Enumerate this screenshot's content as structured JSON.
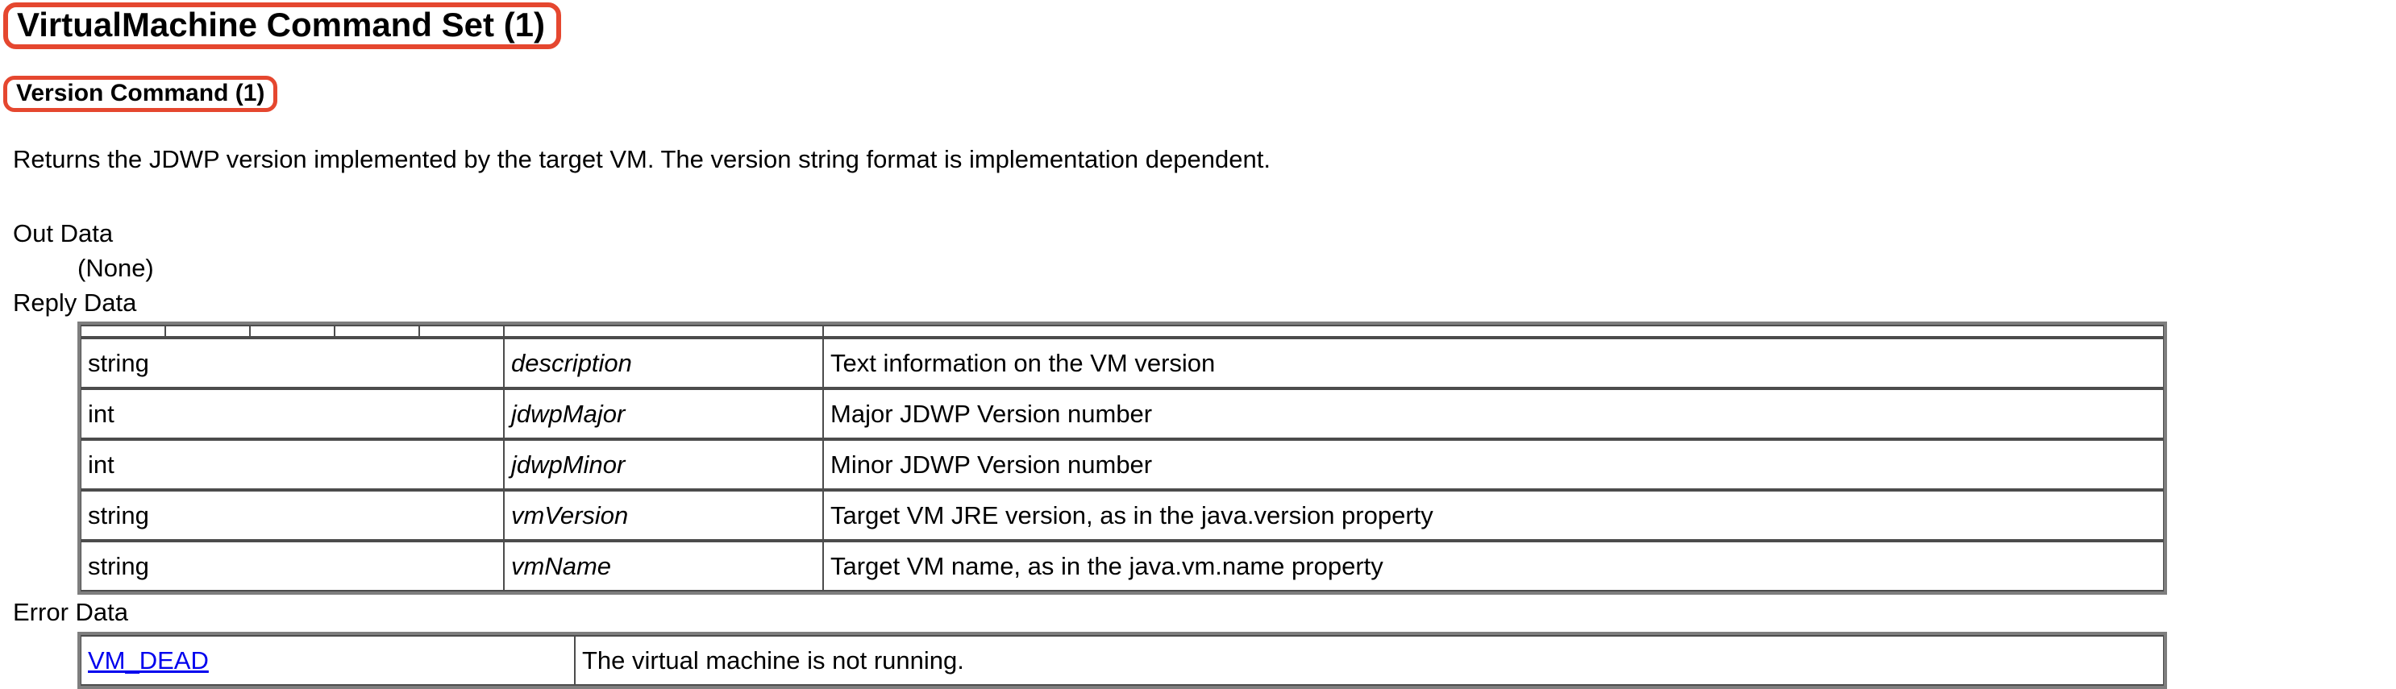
{
  "colors": {
    "annotation": "#e5472f",
    "link": "#0000ee",
    "table_border_outer": "#7e7e7e",
    "table_border_inner": "#4c4c4c"
  },
  "headings": {
    "command_set": "VirtualMachine Command Set (1)",
    "command": "Version Command (1)"
  },
  "description": "Returns the JDWP version implemented by the target VM. The version string format is implementation dependent.",
  "sections": {
    "out_data": {
      "label": "Out Data",
      "value": "(None)"
    },
    "reply_data": {
      "label": "Reply Data",
      "table": {
        "rows": [
          {
            "type": "string",
            "name": "description",
            "description": "Text information on the VM version"
          },
          {
            "type": "int",
            "name": "jdwpMajor",
            "description": "Major JDWP Version number"
          },
          {
            "type": "int",
            "name": "jdwpMinor",
            "description": "Minor JDWP Version number"
          },
          {
            "type": "string",
            "name": "vmVersion",
            "description": "Target VM JRE version, as in the java.version property"
          },
          {
            "type": "string",
            "name": "vmName",
            "description": "Target VM name, as in the java.vm.name property"
          }
        ]
      }
    },
    "error_data": {
      "label": "Error Data",
      "table": {
        "rows": [
          {
            "error": "VM_DEAD",
            "description": "The virtual machine is not running."
          }
        ]
      }
    }
  }
}
